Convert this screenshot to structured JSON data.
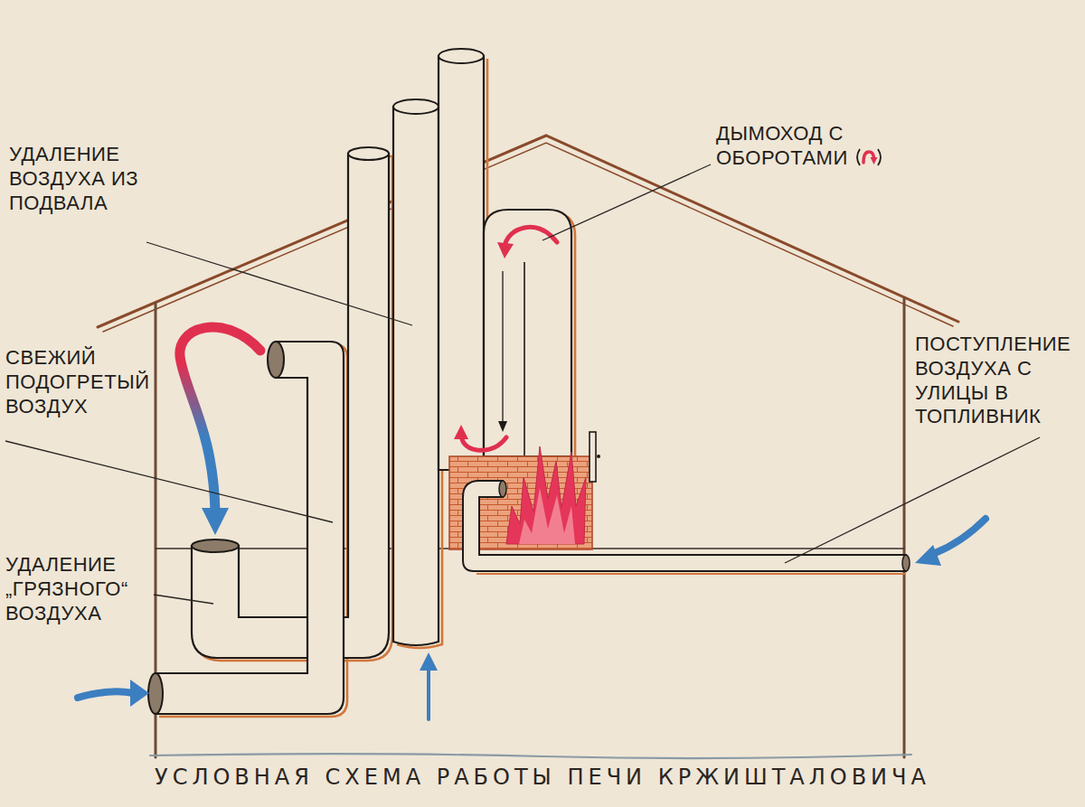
{
  "diagram": {
    "caption": "УСЛОВНАЯ СХЕМА РАБОТЫ ПЕЧИ КРЖИШТАЛОВИЧА",
    "labels": [
      "УДАЛЕНИЕ ВОЗДУХА ИЗ ПОДВАЛА",
      "ДЫМОХОД С ОБОРОТАМИ",
      "СВЕЖИЙ ПОДОГРЕТЫЙ ВОЗДУХ",
      "УДАЛЕНИЕ „ГРЯЗНОГО“ ВОЗДУХА",
      "ПОСТУПЛЕНИЕ ВОЗДУХА С УЛИЦЫ В ТОПЛИВНИК"
    ]
  }
}
